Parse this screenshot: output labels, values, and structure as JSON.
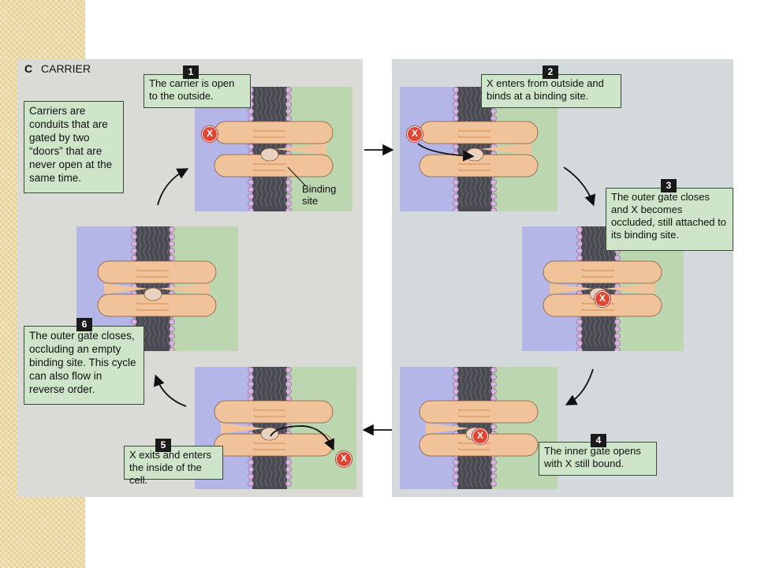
{
  "figure": {
    "panel_letter": "C",
    "panel_title": "CARRIER",
    "intro": "Carriers are conduits that are gated by two “doors” that are never open at the same time.",
    "binding_site_label": "Binding site",
    "x_symbol": "X",
    "steps": [
      {
        "num": "1",
        "text": "The carrier is open to the outside."
      },
      {
        "num": "2",
        "text": "X enters from outside and binds at a binding site."
      },
      {
        "num": "3",
        "text": "The outer gate closes and X becomes occluded, still attached to its binding site."
      },
      {
        "num": "4",
        "text": "The inner gate opens with X still bound."
      },
      {
        "num": "5",
        "text": "X exits and enters the inside of the cell."
      },
      {
        "num": "6",
        "text": "The outer gate closes, occluding an empty binding site. This cycle can also flow in reverse order."
      }
    ]
  },
  "colors": {
    "outside": "#b3b6e6",
    "inside": "#bcd6b0",
    "carrier": "#f0c39a",
    "membrane": "#4a4a52",
    "lipid_head": "#d9b3e0",
    "text_box": "#cfe5c9",
    "x_marker": "#e2452f"
  }
}
